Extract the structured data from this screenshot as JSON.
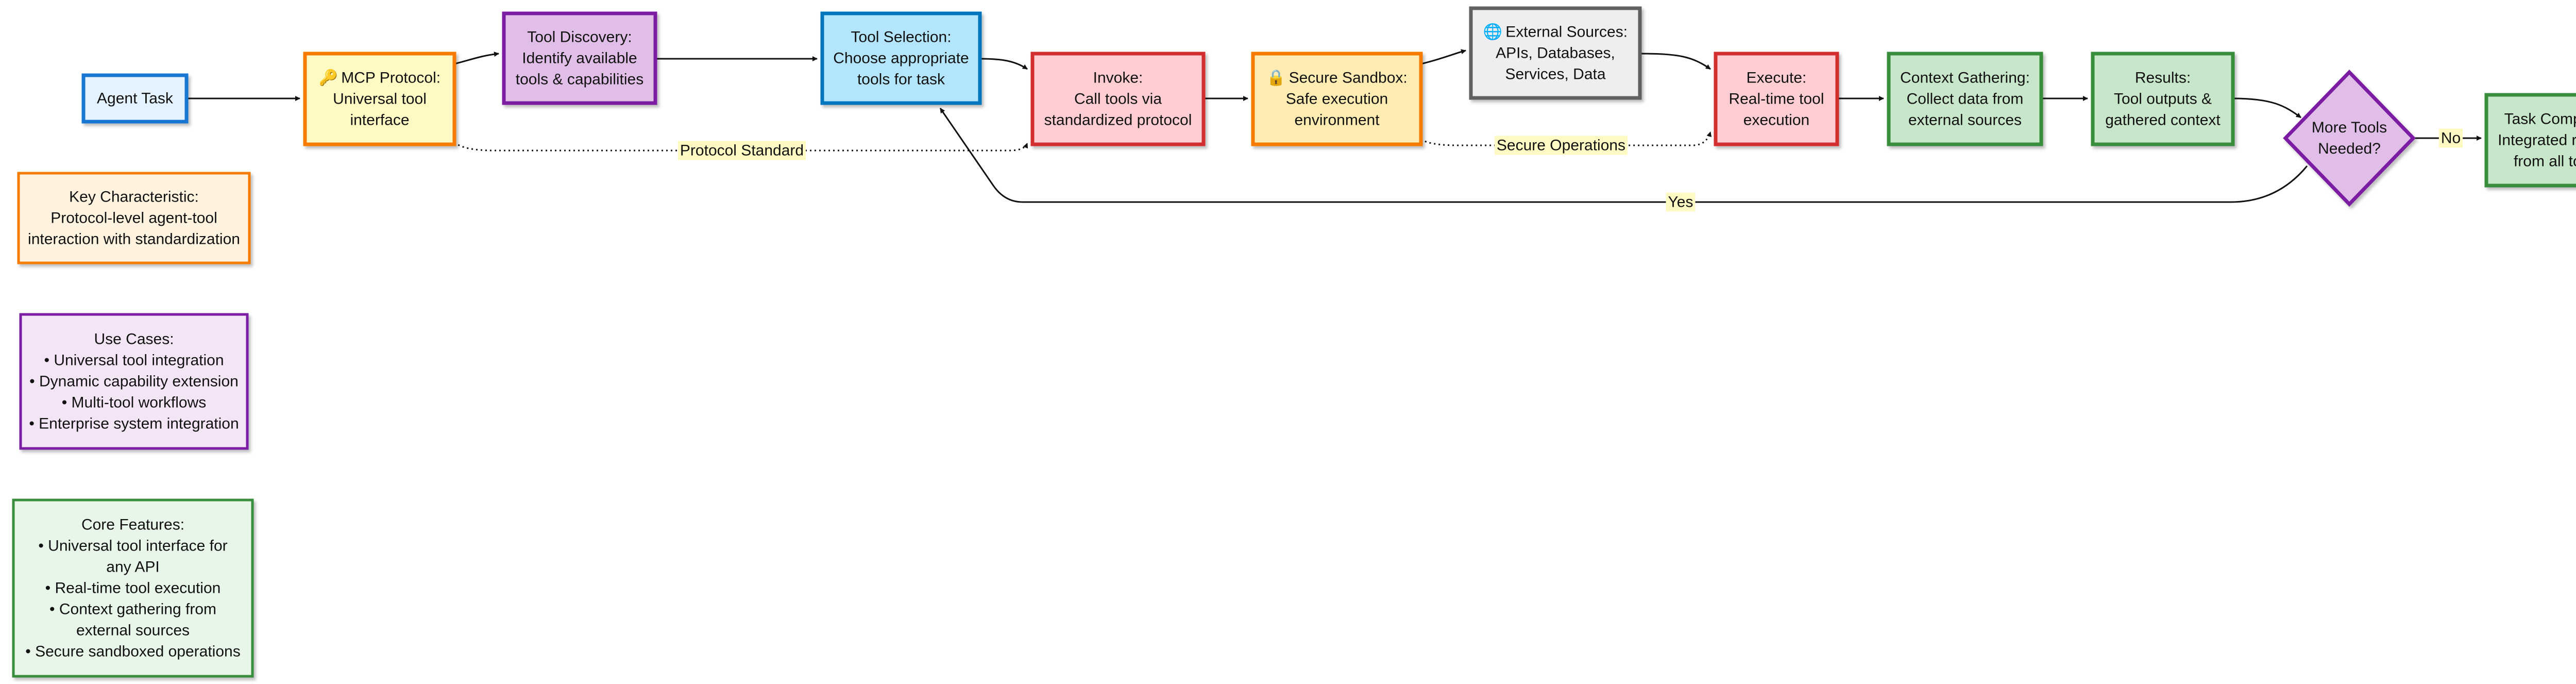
{
  "nodes": {
    "agent_task": {
      "lines": [
        "Agent Task"
      ],
      "fill": "#e3f2fd",
      "stroke": "#1976d2"
    },
    "mcp_protocol": {
      "icon": "key-icon",
      "lines": [
        "MCP Protocol:",
        "Universal tool",
        "interface"
      ],
      "fill": "#fff9c4",
      "stroke": "#f57c00"
    },
    "tool_discovery": {
      "lines": [
        "Tool Discovery:",
        "Identify available",
        "tools & capabilities"
      ],
      "fill": "#e1bee7",
      "stroke": "#7b1fa2"
    },
    "tool_selection": {
      "lines": [
        "Tool Selection:",
        "Choose appropriate",
        "tools for task"
      ],
      "fill": "#b3e5fc",
      "stroke": "#0277bd"
    },
    "invoke": {
      "lines": [
        "Invoke:",
        "Call tools via",
        "standardized protocol"
      ],
      "fill": "#ffcdd2",
      "stroke": "#d32f2f"
    },
    "secure_sandbox": {
      "icon": "lock-icon",
      "lines": [
        "Secure Sandbox:",
        "Safe execution",
        "environment"
      ],
      "fill": "#ffecb3",
      "stroke": "#f57c00"
    },
    "external_sources": {
      "icon": "globe-icon",
      "lines": [
        "External Sources:",
        "APIs, Databases,",
        "Services, Data"
      ],
      "fill": "#eeeeee",
      "stroke": "#616161"
    },
    "execute": {
      "lines": [
        "Execute:",
        "Real-time tool",
        "execution"
      ],
      "fill": "#ffcdd2",
      "stroke": "#d32f2f"
    },
    "context_gathering": {
      "lines": [
        "Context Gathering:",
        "Collect data from",
        "external sources"
      ],
      "fill": "#c8e6c9",
      "stroke": "#388e3c"
    },
    "results": {
      "lines": [
        "Results:",
        "Tool outputs &",
        "gathered context"
      ],
      "fill": "#c8e6c9",
      "stroke": "#388e3c"
    },
    "more_tools": {
      "lines": [
        "More Tools",
        "Needed?"
      ],
      "fill": "#e1bee7",
      "stroke": "#7b1fa2"
    },
    "task_complete": {
      "lines": [
        "Task Complete:",
        "Integrated results",
        "from all tools"
      ],
      "fill": "#c8e6c9",
      "stroke": "#388e3c"
    },
    "key_characteristic": {
      "lines": [
        "Key Characteristic:",
        "Protocol-level agent-tool",
        "interaction with standardization"
      ],
      "fill": "#fff3e0",
      "stroke": "#f57c00"
    },
    "use_cases": {
      "lines": [
        "Use Cases:",
        "• Universal tool integration",
        "• Dynamic capability extension",
        "• Multi-tool workflows",
        "• Enterprise system integration"
      ],
      "fill": "#f3e5f5",
      "stroke": "#7b1fa2"
    },
    "core_features": {
      "lines": [
        "Core Features:",
        "• Universal tool interface for",
        "any API",
        "• Real-time tool execution",
        "• Context gathering from",
        "external sources",
        "• Secure sandboxed operations"
      ],
      "fill": "#e8f5e9",
      "stroke": "#388e3c"
    }
  },
  "edge_labels": {
    "protocol_standard": "Protocol Standard",
    "secure_operations": "Secure Operations",
    "yes": "Yes",
    "no": "No"
  },
  "colors": {
    "edge": "#111111",
    "edge_label_bg": "#fff9c4"
  }
}
